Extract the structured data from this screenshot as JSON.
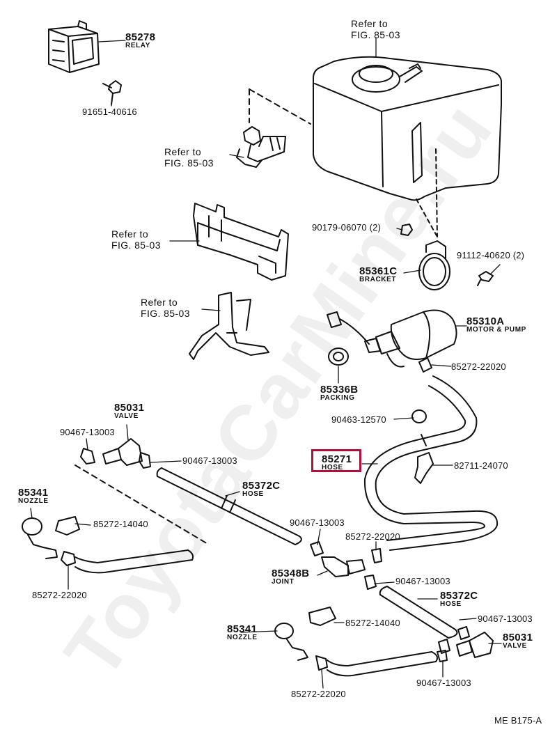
{
  "watermark": "ToyotaCarMine.ru",
  "highlight_part": "85271",
  "refer_notes": [
    {
      "line1": "Refer to",
      "line2": "FIG. 85-03"
    },
    {
      "line1": "Refer to",
      "line2": "FIG. 85-03"
    },
    {
      "line1": "Refer to",
      "line2": "FIG. 85-03"
    },
    {
      "line1": "Refer to",
      "line2": "FIG. 85-03"
    }
  ],
  "parts": [
    {
      "number": "85278",
      "name": "RELAY"
    },
    {
      "number": "91651-40616"
    },
    {
      "number": "90179-06070 (2)"
    },
    {
      "number": "91112-40620 (2)"
    },
    {
      "number": "85361C",
      "name": "BRACKET"
    },
    {
      "number": "85310A",
      "name": "MOTOR & PUMP"
    },
    {
      "number": "85272-22020"
    },
    {
      "number": "85336B",
      "name": "PACKING"
    },
    {
      "number": "90463-12570"
    },
    {
      "number": "85031",
      "name": "VALVE"
    },
    {
      "number": "90467-13003"
    },
    {
      "number": "90467-13003"
    },
    {
      "number": "85271",
      "name": "HOSE"
    },
    {
      "number": "82711-24070"
    },
    {
      "number": "85372C",
      "name": "HOSE"
    },
    {
      "number": "85341",
      "name": "NOZZLE"
    },
    {
      "number": "85272-14040"
    },
    {
      "number": "90467-13003"
    },
    {
      "number": "85272-22020"
    },
    {
      "number": "85348B",
      "name": "JOINT"
    },
    {
      "number": "90467-13003"
    },
    {
      "number": "85372C",
      "name": "HOSE"
    },
    {
      "number": "85272-22020"
    },
    {
      "number": "90467-13003"
    },
    {
      "number": "85341",
      "name": "NOZZLE"
    },
    {
      "number": "85272-14040"
    },
    {
      "number": "85031",
      "name": "VALVE"
    },
    {
      "number": "90467-13003"
    },
    {
      "number": "85272-22020"
    }
  ],
  "footer": "ME  B175-A"
}
